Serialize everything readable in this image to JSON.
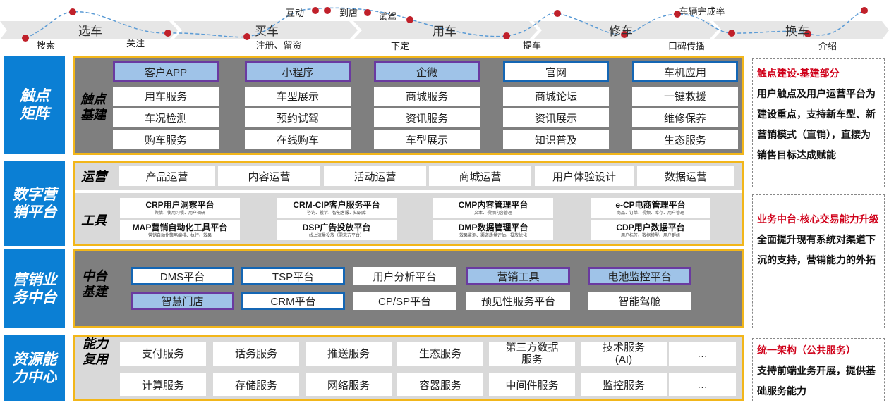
{
  "journey": {
    "stages": [
      "选车",
      "买车",
      "用车",
      "修车",
      "换车"
    ],
    "touchpoints": [
      "搜索",
      "关注",
      "互动",
      "到店",
      "试驾",
      "注册、留资",
      "下定",
      "提车",
      "口碑传播",
      "车辆完成率",
      "介绍"
    ]
  },
  "layers": [
    {
      "name": "触点\n矩阵"
    },
    {
      "name": "数字营\n销平台"
    },
    {
      "name": "营销业\n务中台"
    },
    {
      "name": "资源能\n力中心"
    }
  ],
  "touch": {
    "label": "触点\n基建",
    "columns": [
      {
        "head": "客户APP",
        "items": [
          "用车服务",
          "车况检测",
          "购车服务"
        ]
      },
      {
        "head": "小程序",
        "items": [
          "车型展示",
          "预约试驾",
          "在线购车"
        ]
      },
      {
        "head": "企微",
        "items": [
          "商城服务",
          "资讯服务",
          "车型展示"
        ]
      },
      {
        "head": "官网",
        "items": [
          "商城论坛",
          "资讯展示",
          "知识普及"
        ]
      },
      {
        "head": "车机应用",
        "items": [
          "一键救援",
          "维修保养",
          "生态服务"
        ]
      }
    ]
  },
  "ops": {
    "label": "运营",
    "items": [
      "产品运营",
      "内容运营",
      "活动运营",
      "商城运营",
      "用户体验设计",
      "数据运营"
    ]
  },
  "tools": {
    "label": "工具",
    "items": [
      {
        "name": "CRP用户洞察平台",
        "desc": "舆情、使用习惯、用户调研"
      },
      {
        "name": "CRM-CIP客户服务平台",
        "desc": "咨询、投诉、智能客服、知识库"
      },
      {
        "name": "CMP内容管理平台",
        "desc": "文本、视频内容管理"
      },
      {
        "name": "e-CP电商管理平台",
        "desc": "商品、订单、视频、库存、用户管理"
      },
      {
        "name": "MAP营销自动化工具平台",
        "desc": "营销自动化策略编排、执行、效果"
      },
      {
        "name": "DSP广告投放平台",
        "desc": "线上流量投放（需求方平台）"
      },
      {
        "name": "DMP数据管理平台",
        "desc": "效果监测、渠道质量评估、投放优化"
      },
      {
        "name": "CDP用户数据平台",
        "desc": "用户标签、数据模型、用户群组"
      }
    ]
  },
  "middle": {
    "label": "中台\n基建",
    "row1": [
      "DMS平台",
      "TSP平台",
      "用户分析平台",
      "营销工具",
      "电池监控平台"
    ],
    "row2": [
      "智慧门店",
      "CRM平台",
      "CP/SP平台",
      "预见性服务平台",
      "智能驾舱"
    ]
  },
  "resource": {
    "label": "能力\n复用",
    "row1": [
      "支付服务",
      "话务服务",
      "推送服务",
      "生态服务",
      "第三方数据\n服务",
      "技术服务\n(AI)",
      "…"
    ],
    "row2": [
      "计算服务",
      "存储服务",
      "网络服务",
      "容器服务",
      "中间件服务",
      "监控服务",
      "…"
    ]
  },
  "notes": [
    {
      "title": "触点建设-基建部分",
      "body": "用户触点及用户运营平台为建设重点，支持新车型、新营销模式（直销），直接为销售目标达成赋能"
    },
    {
      "title": "业务中台-核心交易能力升级",
      "body": "全面提升现有系统对渠道下沉的支持，营销能力的外拓"
    },
    {
      "title": "统一架构（公共服务）",
      "body": "支持前端业务开展，提供基础服务能力"
    }
  ],
  "colors": {
    "layer_blue": "#0b7fd4",
    "border_gold": "#f2b61a",
    "accent_red": "#d0021b",
    "highlight_blue": "#9fc3e8",
    "border_purple": "#6a3aa0",
    "border_navy": "#1466b4"
  }
}
